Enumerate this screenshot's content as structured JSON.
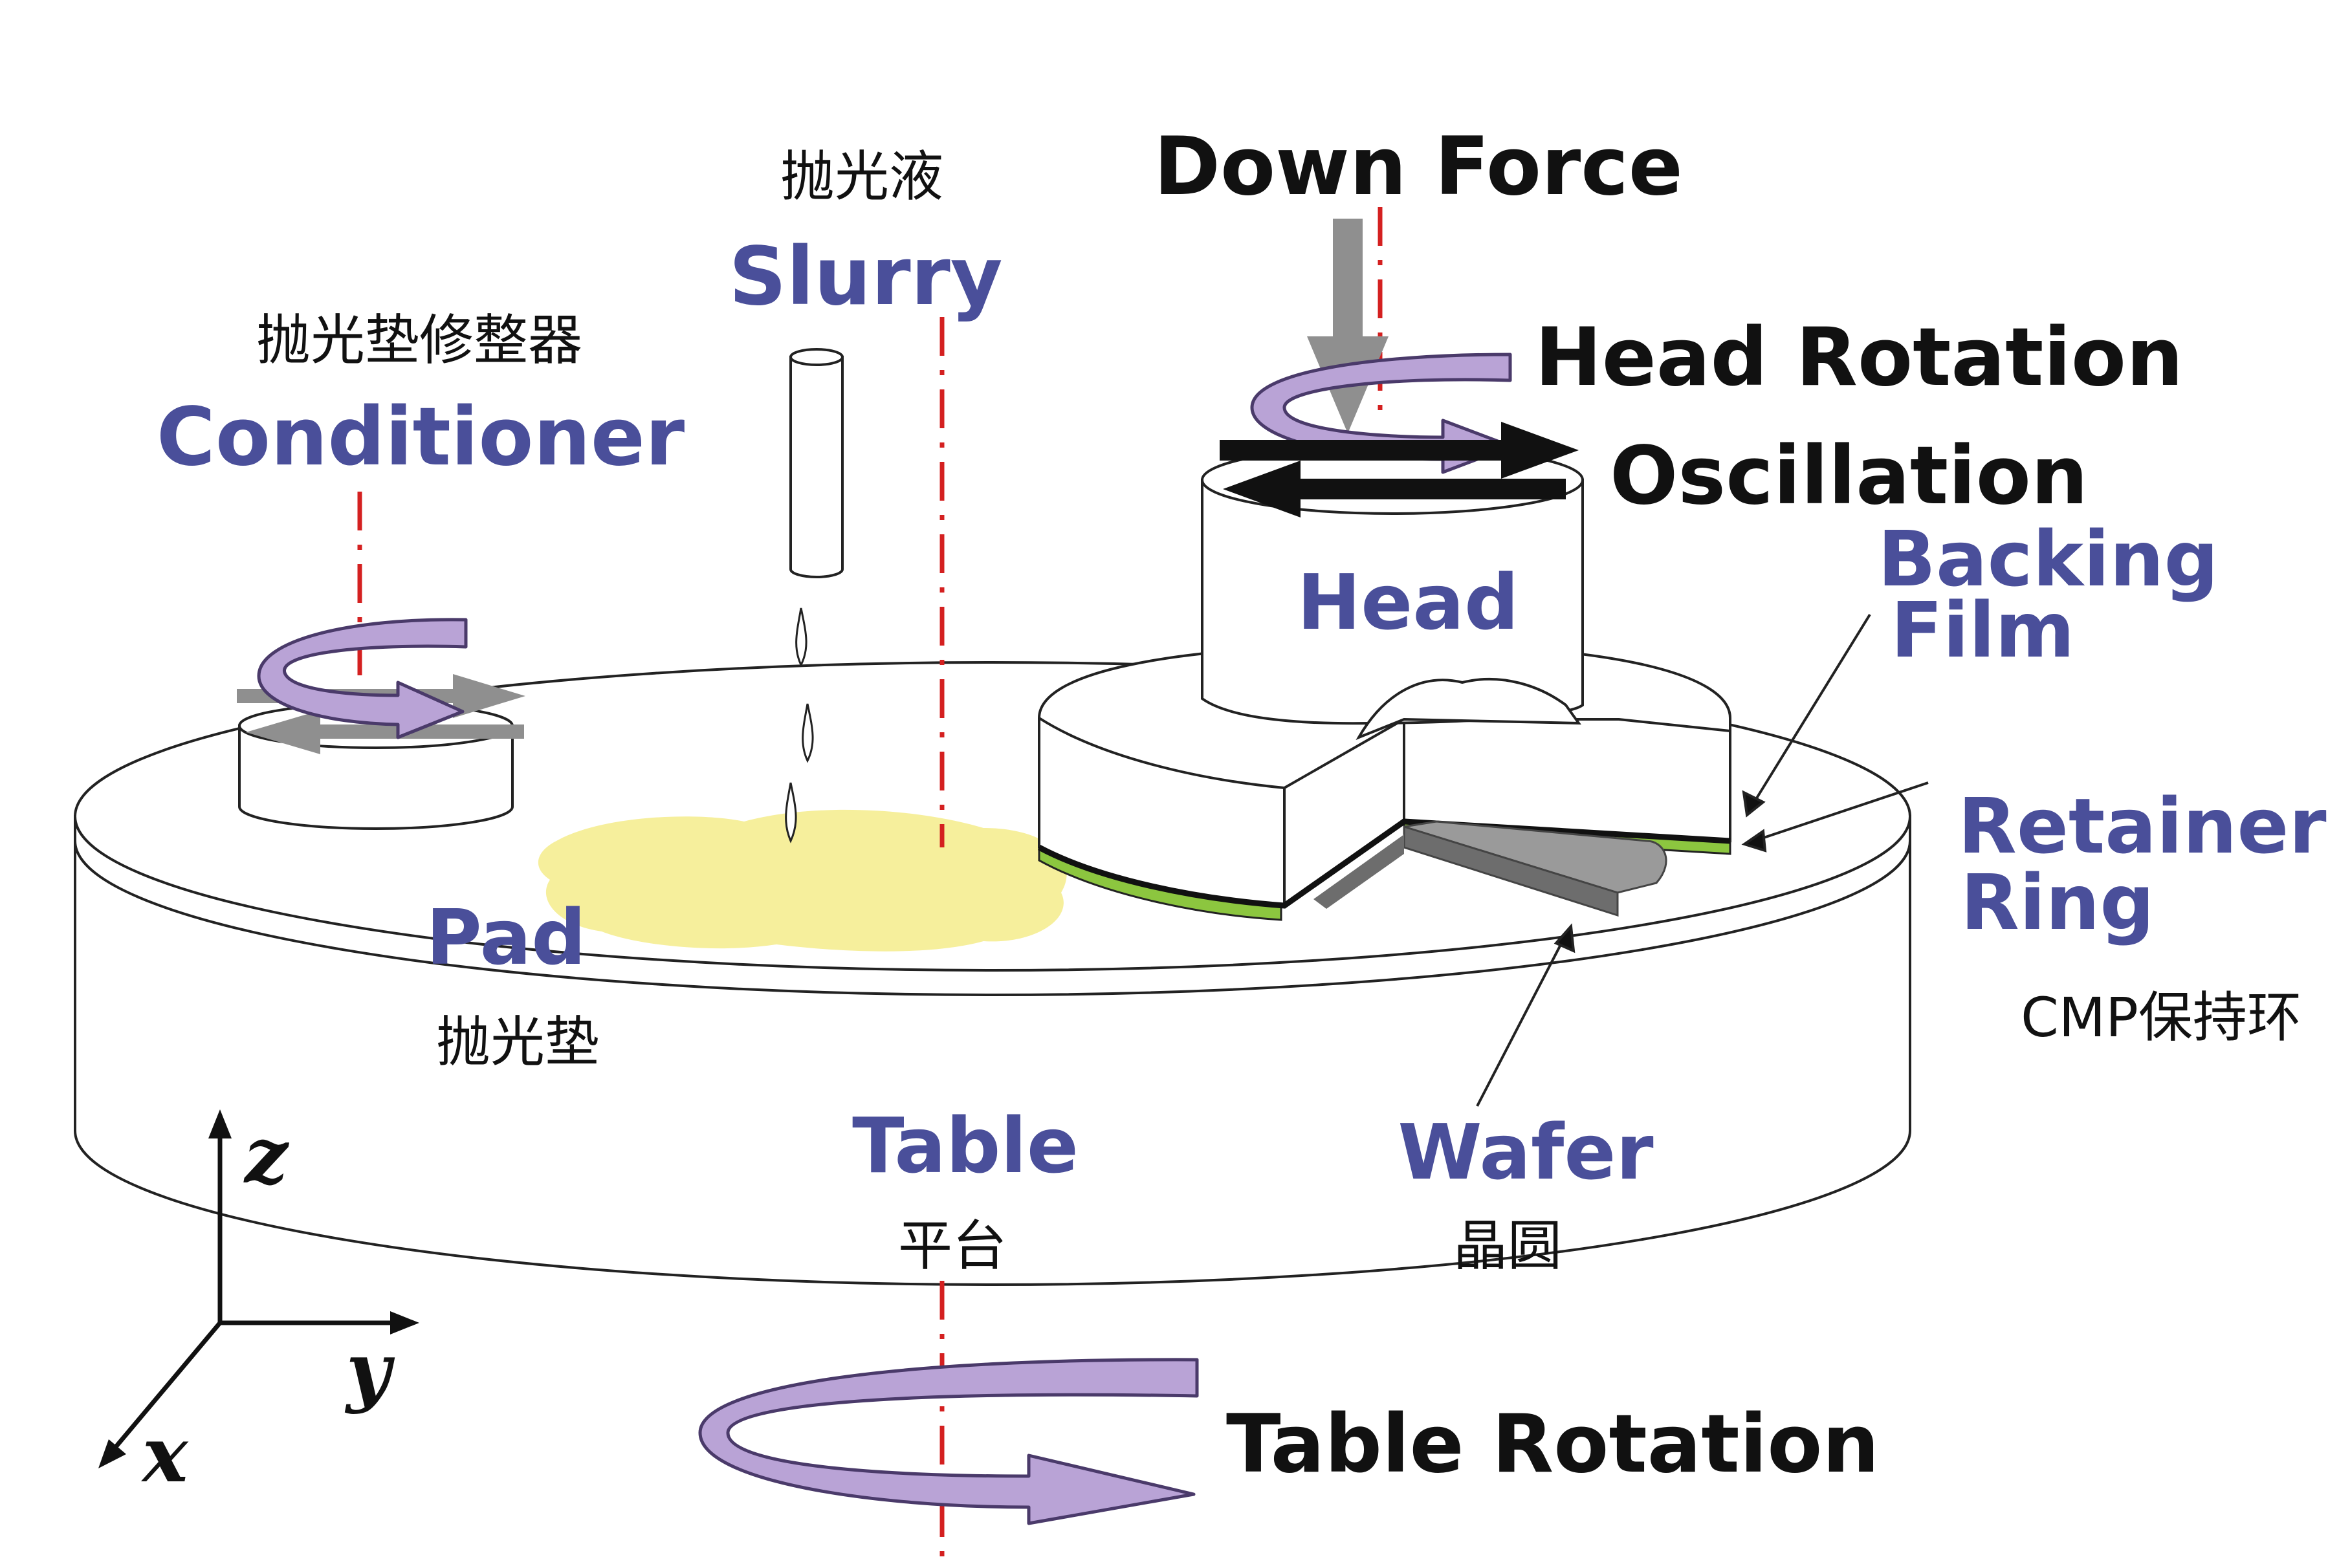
{
  "labels": {
    "slurry_cn": "抛光液",
    "slurry_en": "Slurry",
    "conditioner_cn": "抛光垫修整器",
    "conditioner_en": "Conditioner",
    "down_force": "Down Force",
    "head_rotation": "Head Rotation",
    "oscillation": "Oscillation",
    "head": "Head",
    "backing_film_line1": "Backing",
    "backing_film_line2": "Film",
    "retainer_ring_line1": "Retainer",
    "retainer_ring_line2": "Ring",
    "retainer_ring_cn": "CMP保持环",
    "pad_en": "Pad",
    "pad_cn": "抛光垫",
    "table_en": "Table",
    "table_cn": "平台",
    "wafer_en": "Wafer",
    "wafer_cn": "晶圆",
    "table_rotation": "Table Rotation",
    "axis_z": "z",
    "axis_y": "y",
    "axis_x": "x"
  },
  "colors": {
    "label_blue": "#4a4f9a",
    "arrow_purple": "#b9a3d6",
    "slurry_yellow": "#f6ef9c",
    "retainer_green": "#8cc63f",
    "centerline_red": "#d42020",
    "force_gray": "#8f8f8f"
  }
}
